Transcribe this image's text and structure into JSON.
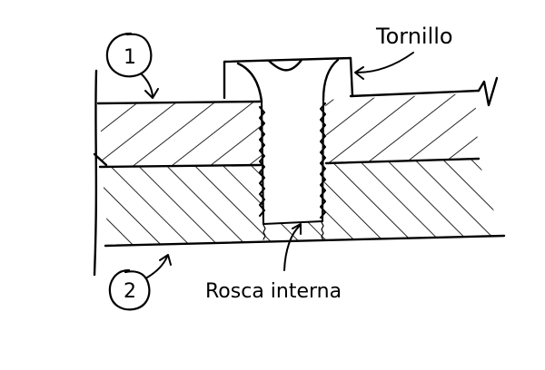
{
  "labels": {
    "screw": "Tornillo",
    "internal_thread": "Rosca interna",
    "part_1": "1",
    "part_2": "2"
  },
  "colors": {
    "ink": "#000000",
    "background": "#ffffff"
  }
}
